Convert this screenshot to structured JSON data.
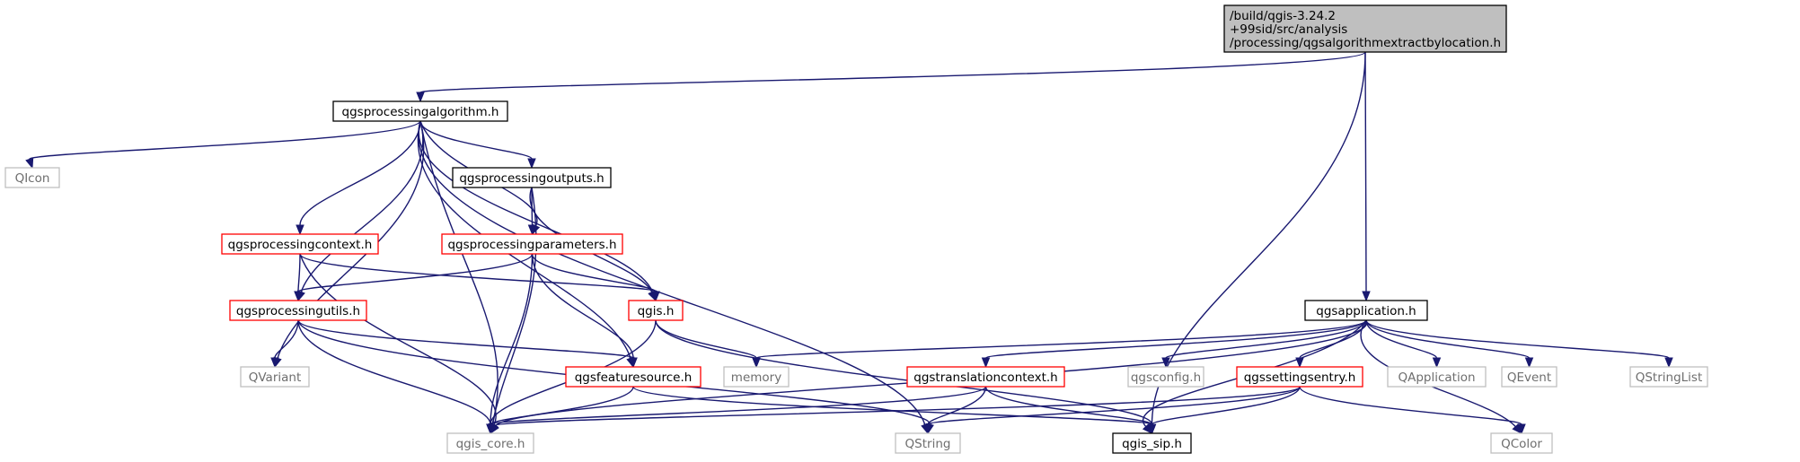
{
  "colors": {
    "edge": "#191970",
    "root_fill": "#bfbfbf",
    "documented_border": "#000000",
    "partial_border": "#ff0000",
    "external_border": "#bfbfbf"
  },
  "nodes": [
    {
      "id": "root",
      "lines": [
        "/build/qgis-3.24.2",
        "+99sid/src/analysis",
        "/processing/qgsalgorithmextractbylocation.h"
      ],
      "kind": "root"
    },
    {
      "id": "algorithm",
      "lines": [
        "qgsprocessingalgorithm.h"
      ],
      "kind": "documented"
    },
    {
      "id": "qicon",
      "lines": [
        "QIcon"
      ],
      "kind": "external"
    },
    {
      "id": "outputs",
      "lines": [
        "qgsprocessingoutputs.h"
      ],
      "kind": "documented"
    },
    {
      "id": "context",
      "lines": [
        "qgsprocessingcontext.h"
      ],
      "kind": "partial"
    },
    {
      "id": "parameters",
      "lines": [
        "qgsprocessingparameters.h"
      ],
      "kind": "partial"
    },
    {
      "id": "utils",
      "lines": [
        "qgsprocessingutils.h"
      ],
      "kind": "partial"
    },
    {
      "id": "qgis",
      "lines": [
        "qgis.h"
      ],
      "kind": "partial"
    },
    {
      "id": "qvariant",
      "lines": [
        "QVariant"
      ],
      "kind": "external"
    },
    {
      "id": "featuresource",
      "lines": [
        "qgsfeaturesource.h"
      ],
      "kind": "partial"
    },
    {
      "id": "memory",
      "lines": [
        "memory"
      ],
      "kind": "external"
    },
    {
      "id": "core",
      "lines": [
        "qgis_core.h"
      ],
      "kind": "external"
    },
    {
      "id": "qstring",
      "lines": [
        "QString"
      ],
      "kind": "external"
    },
    {
      "id": "sip",
      "lines": [
        "qgis_sip.h"
      ],
      "kind": "documented"
    },
    {
      "id": "application",
      "lines": [
        "qgsapplication.h"
      ],
      "kind": "documented"
    },
    {
      "id": "translation",
      "lines": [
        "qgstranslationcontext.h"
      ],
      "kind": "partial"
    },
    {
      "id": "config",
      "lines": [
        "qgsconfig.h"
      ],
      "kind": "external"
    },
    {
      "id": "settings",
      "lines": [
        "qgssettingsentry.h"
      ],
      "kind": "partial"
    },
    {
      "id": "qapplication",
      "lines": [
        "QApplication"
      ],
      "kind": "external"
    },
    {
      "id": "qevent",
      "lines": [
        "QEvent"
      ],
      "kind": "external"
    },
    {
      "id": "qstringlist",
      "lines": [
        "QStringList"
      ],
      "kind": "external"
    },
    {
      "id": "qcolor",
      "lines": [
        "QColor"
      ],
      "kind": "external"
    }
  ],
  "edges": [
    [
      "root",
      "algorithm"
    ],
    [
      "root",
      "application"
    ],
    [
      "root",
      "sip"
    ],
    [
      "algorithm",
      "qicon"
    ],
    [
      "algorithm",
      "outputs"
    ],
    [
      "algorithm",
      "context"
    ],
    [
      "algorithm",
      "parameters"
    ],
    [
      "algorithm",
      "utils"
    ],
    [
      "algorithm",
      "qgis"
    ],
    [
      "algorithm",
      "qvariant"
    ],
    [
      "algorithm",
      "featuresource"
    ],
    [
      "algorithm",
      "core"
    ],
    [
      "algorithm",
      "qstring"
    ],
    [
      "outputs",
      "parameters"
    ],
    [
      "outputs",
      "qgis"
    ],
    [
      "outputs",
      "core"
    ],
    [
      "context",
      "utils"
    ],
    [
      "context",
      "qgis"
    ],
    [
      "context",
      "core"
    ],
    [
      "parameters",
      "utils"
    ],
    [
      "parameters",
      "qgis"
    ],
    [
      "parameters",
      "featuresource"
    ],
    [
      "parameters",
      "core"
    ],
    [
      "utils",
      "qvariant"
    ],
    [
      "utils",
      "featuresource"
    ],
    [
      "utils",
      "core"
    ],
    [
      "utils",
      "qstring"
    ],
    [
      "qgis",
      "memory"
    ],
    [
      "qgis",
      "core"
    ],
    [
      "qgis",
      "sip"
    ],
    [
      "featuresource",
      "core"
    ],
    [
      "featuresource",
      "sip"
    ],
    [
      "application",
      "memory"
    ],
    [
      "application",
      "core"
    ],
    [
      "application",
      "translation"
    ],
    [
      "application",
      "config"
    ],
    [
      "application",
      "settings"
    ],
    [
      "application",
      "qapplication"
    ],
    [
      "application",
      "qevent"
    ],
    [
      "application",
      "qstringlist"
    ],
    [
      "application",
      "sip"
    ],
    [
      "application",
      "qcolor"
    ],
    [
      "translation",
      "core"
    ],
    [
      "translation",
      "qstring"
    ],
    [
      "translation",
      "sip"
    ],
    [
      "settings",
      "core"
    ],
    [
      "settings",
      "qstring"
    ],
    [
      "settings",
      "sip"
    ],
    [
      "settings",
      "qcolor"
    ]
  ]
}
